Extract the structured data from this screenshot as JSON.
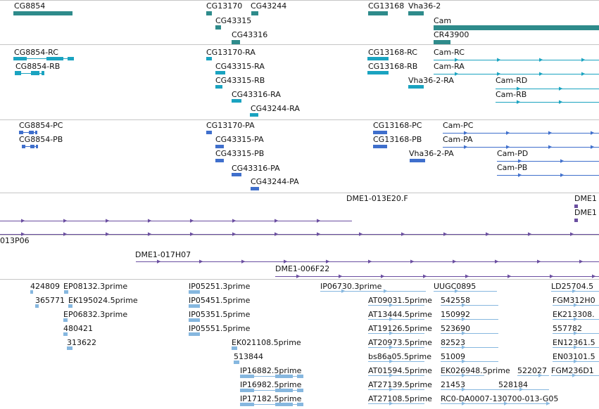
{
  "colors": {
    "gene": "#2e8b8b",
    "transcript": "#1aa3c0",
    "protein": "#3f6fcc",
    "clone": "#6a4ea0",
    "est": "#86b7df",
    "divider": "#c6c6c6"
  },
  "tracks": [
    {
      "name": "genes",
      "color": "gene",
      "features": [
        {
          "label": "CG8854"
        },
        {
          "label": "CG13170"
        },
        {
          "label": "CG43244"
        },
        {
          "label": "CG43315"
        },
        {
          "label": "CG43316"
        },
        {
          "label": "CG13168"
        },
        {
          "label": "Vha36-2"
        },
        {
          "label": "Cam"
        },
        {
          "label": "CR43900"
        }
      ]
    },
    {
      "name": "transcripts",
      "color": "transcript",
      "features": [
        {
          "label": "CG8854-RC"
        },
        {
          "label": "CG8854-RB"
        },
        {
          "label": "CG13170-RA"
        },
        {
          "label": "CG43315-RA"
        },
        {
          "label": "CG43315-RB"
        },
        {
          "label": "CG43316-RA"
        },
        {
          "label": "CG43244-RA"
        },
        {
          "label": "CG13168-RC"
        },
        {
          "label": "CG13168-RB"
        },
        {
          "label": "Vha36-2-RA"
        },
        {
          "label": "Cam-RC"
        },
        {
          "label": "Cam-RA"
        },
        {
          "label": "Cam-RD"
        },
        {
          "label": "Cam-RB"
        }
      ]
    },
    {
      "name": "proteins",
      "color": "protein",
      "features": [
        {
          "label": "CG8854-PC"
        },
        {
          "label": "CG8854-PB"
        },
        {
          "label": "CG13170-PA"
        },
        {
          "label": "CG43315-PA"
        },
        {
          "label": "CG43315-PB"
        },
        {
          "label": "CG43316-PA"
        },
        {
          "label": "CG43244-PA"
        },
        {
          "label": "CG13168-PC"
        },
        {
          "label": "CG13168-PB"
        },
        {
          "label": "Vha36-2-PA"
        },
        {
          "label": "Cam-PC"
        },
        {
          "label": "Cam-PA"
        },
        {
          "label": "Cam-PD"
        },
        {
          "label": "Cam-PB"
        }
      ]
    },
    {
      "name": "clones",
      "color": "clone",
      "features": [
        {
          "label": "DME1-013E20.F"
        },
        {
          "label": "DME1"
        },
        {
          "label": "DME1"
        },
        {
          "label": "013P06"
        },
        {
          "label": "DME1-017H07"
        },
        {
          "label": "DME1-006F22"
        }
      ]
    },
    {
      "name": "ests",
      "color": "est",
      "features": [
        {
          "label": "424809"
        },
        {
          "label": "EP08132.3prime"
        },
        {
          "label": "365771"
        },
        {
          "label": "EK195024.5prime"
        },
        {
          "label": "EP06832.3prime"
        },
        {
          "label": "480421"
        },
        {
          "label": "313622"
        },
        {
          "label": "IP05251.3prime"
        },
        {
          "label": "IP05451.5prime"
        },
        {
          "label": "IP05351.5prime"
        },
        {
          "label": "IP05551.5prime"
        },
        {
          "label": "EK021108.5prime"
        },
        {
          "label": "513844"
        },
        {
          "label": "IP16882.5prime"
        },
        {
          "label": "IP16982.5prime"
        },
        {
          "label": "IP17182.5prime"
        },
        {
          "label": "IP06730.3prime"
        },
        {
          "label": "AT09031.5prime"
        },
        {
          "label": "AT13444.5prime"
        },
        {
          "label": "AT19126.5prime"
        },
        {
          "label": "AT20973.5prime"
        },
        {
          "label": "bs86a05.5prime"
        },
        {
          "label": "AT01594.5prime"
        },
        {
          "label": "AT27139.5prime"
        },
        {
          "label": "AT27108.5prime"
        },
        {
          "label": "UUGC0895"
        },
        {
          "label": "542558"
        },
        {
          "label": "150992"
        },
        {
          "label": "523690"
        },
        {
          "label": "82523"
        },
        {
          "label": "51009"
        },
        {
          "label": "EK026948.5prime"
        },
        {
          "label": "522027"
        },
        {
          "label": "21453"
        },
        {
          "label": "528184"
        },
        {
          "label": "RC0-DA0007-130700-013-G05"
        },
        {
          "label": "LD25704.5"
        },
        {
          "label": "FGM312H0"
        },
        {
          "label": "EK213308."
        },
        {
          "label": "557782"
        },
        {
          "label": "EN12361.5"
        },
        {
          "label": "EN03101.5"
        },
        {
          "label": "FGM236D1"
        }
      ]
    }
  ]
}
